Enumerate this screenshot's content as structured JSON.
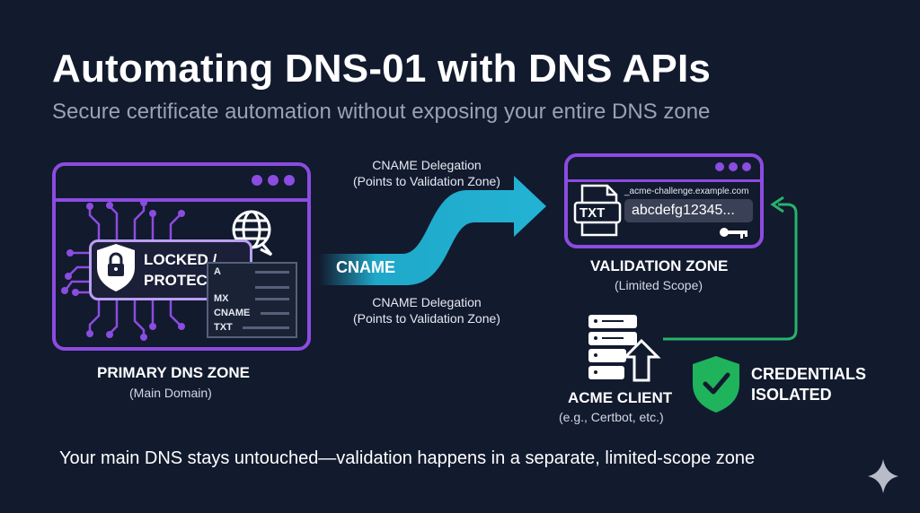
{
  "header": {
    "title": "Automating DNS-01 with DNS APIs",
    "subtitle": "Secure certificate automation without exposing your entire DNS zone"
  },
  "primary_zone": {
    "lock_line1": "LOCKED /",
    "lock_line2": "PROTECTED",
    "records": [
      "A",
      "MX",
      "CNAME",
      "TXT"
    ],
    "label": "PRIMARY DNS ZONE",
    "sublabel": "(Main Domain)"
  },
  "delegation": {
    "top_line1": "CNAME Delegation",
    "top_line2": "(Points to Validation Zone)",
    "arrow_label": "CNAME",
    "bottom_line1": "CNAME Delegation",
    "bottom_line2": "(Points to Validation Zone)"
  },
  "validation_zone": {
    "txt_label": "TXT",
    "record_name": "_acme-challenge.example.com",
    "token": "abcdefg12345...",
    "label": "VALIDATION ZONE",
    "sublabel": "(Limited Scope)"
  },
  "acme_client": {
    "label": "ACME CLIENT",
    "sublabel": "(e.g., Certbot, etc.)"
  },
  "credentials": {
    "line1": "CREDENTIALS",
    "line2": "ISOLATED"
  },
  "footer": {
    "text": "Your main DNS stays untouched—validation happens in a separate, limited-scope zone"
  },
  "colors": {
    "background": "#121a2e",
    "window_border": "#8b4ce0",
    "arrow": "#1fa8c9",
    "connector": "#27b36a",
    "shield": "#1fb35c"
  }
}
